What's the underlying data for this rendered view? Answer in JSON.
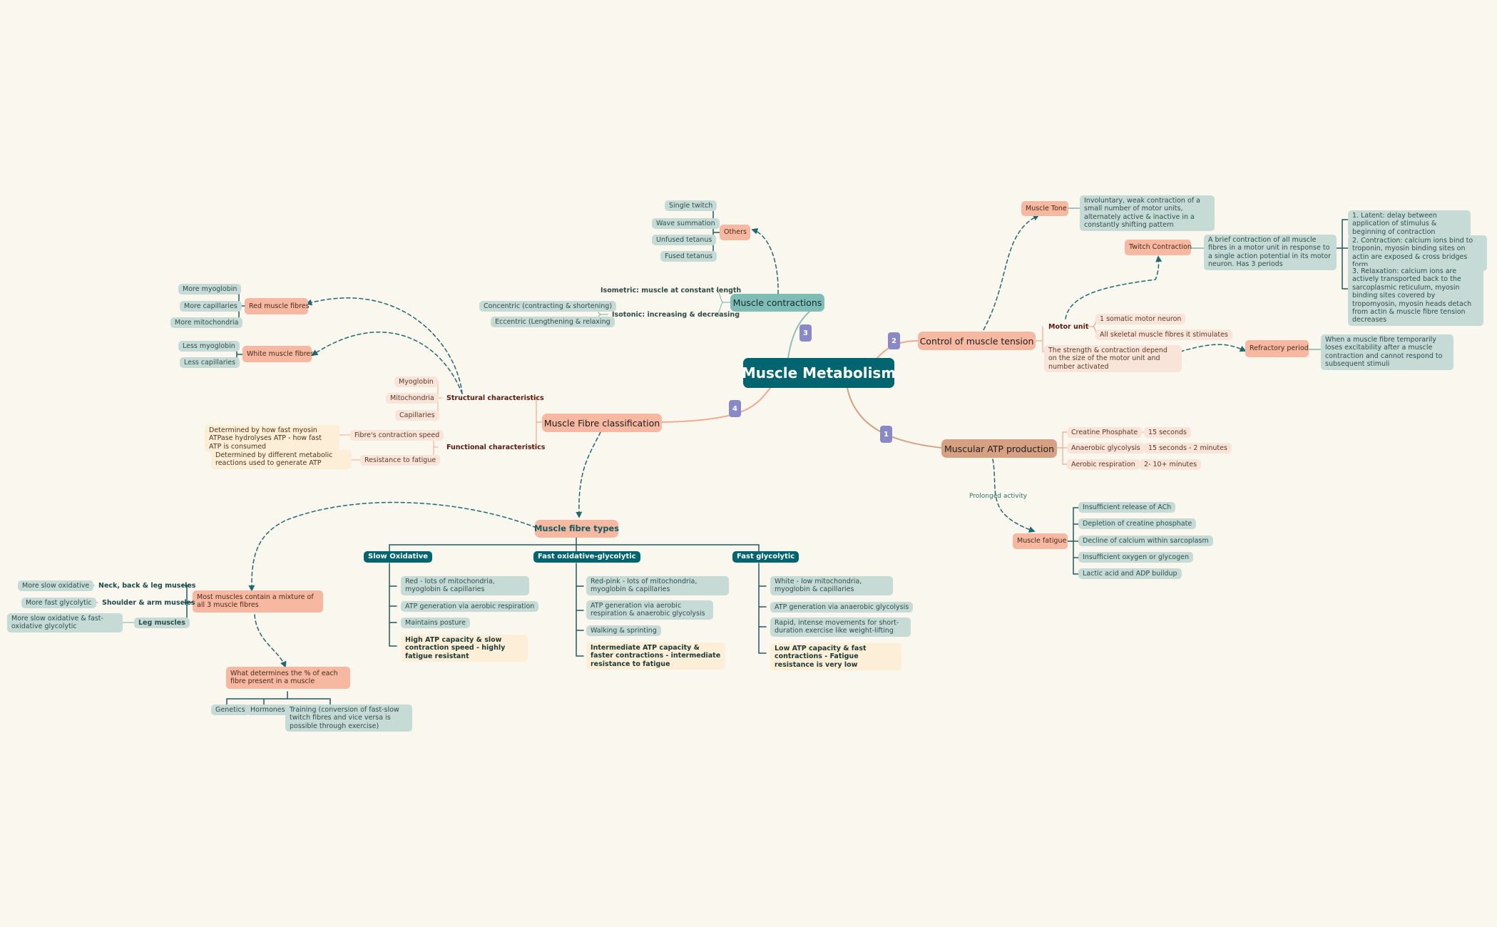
{
  "root": "Muscle Metabolism",
  "badges": [
    "1",
    "2",
    "3",
    "4"
  ],
  "contractions": {
    "title": "Muscle contractions",
    "others": "Others",
    "others_items": [
      "Single twitch",
      "Wave summation",
      "Unfused tetanus",
      "Fused tetanus"
    ],
    "isometric": "Isometric: muscle at constant length",
    "isotonic": "Isotonic: increasing & decreasing",
    "isotonic_items": [
      "Concentric (contracting & shortening)",
      "Eccentric (Lengthening & relaxing"
    ]
  },
  "tension": {
    "title": "Control of muscle tension",
    "tone": "Muscle Tone",
    "tone_desc": "Involuntary, weak contraction of a small number of motor units, alternately active & inactive in a constantly shifting pattern",
    "twitch": "Twitch Contraction",
    "twitch_desc": "A brief contraction of all muscle fibres in a motor unit in response to a single action potential in its motor neuron. Has 3 periods",
    "periods": [
      "1. Latent: delay between application of stimulus & beginning of contraction",
      "2. Contraction: calcium ions bind to troponin, myosin binding sites on actin are exposed & cross bridges form",
      "3. Relaxation: calcium ions are actively transported back to the sarcoplasmic reticulum, myosin binding sites covered by tropomyosin, myosin heads detach from actin & muscle fibre tension decreases"
    ],
    "motor_unit": "Motor unit",
    "motor_items": [
      "1 somatic motor neuron",
      "All skeletal muscle fibres it stimulates"
    ],
    "strength": "The strength & contraction depend on the size of the motor unit and number activated",
    "refractory": "Refractory period",
    "refractory_desc": "When a muscle fibre temporarily loses excitability after a muscle contraction and cannot respond to subsequent stimuli"
  },
  "atp": {
    "title": "Muscular ATP production",
    "sources": [
      {
        "name": "Creatine Phosphate",
        "time": "15 seconds"
      },
      {
        "name": "Anaerobic glycolysis",
        "time": "15 seconds - 2 minutes"
      },
      {
        "name": "Aerobic respiration",
        "time": "2- 10+ minutes"
      }
    ],
    "prolonged": "Prolonged activity",
    "fatigue": "Muscle fatigue",
    "fatigue_items": [
      "Insufficient release of ACh",
      "Depletion of creatine phosphate",
      "Decline of calcium within sarcoplasm",
      "Insufficient oxygen or glycogen",
      "Lactic acid and ADP buildup"
    ]
  },
  "classification": {
    "title": "Muscle Fibre classification",
    "structural": "Structural characteristics",
    "structural_items": [
      "Myoglobin",
      "Mitochondria",
      "Capillaries"
    ],
    "functional": "Functional characteristics",
    "contraction_speed": "Fibre's contraction speed",
    "contraction_speed_desc": "Determined by how fast myosin ATPase hydrolyses ATP - how fast ATP is consumed",
    "resistance": "Resistance to fatigue",
    "resistance_desc": "Determined by different metabolic reactions used to generate ATP",
    "red": "Red muscle fibres",
    "red_items": [
      "More myoglobin",
      "More capillaries",
      "More mitochondria"
    ],
    "white": "White muscle fibres",
    "white_items": [
      "Less myoglobin",
      "Less capillaries"
    ]
  },
  "fibre_types": {
    "title": "Muscle fibre types",
    "types": [
      {
        "name": "Slow Oxidative",
        "items": [
          "Red - lots of mitochondria, myoglobin & capillaries",
          "ATP generation via aerobic respiration",
          "Maintains posture"
        ],
        "summary": "High ATP capacity & slow contraction speed - highly fatigue resistant"
      },
      {
        "name": "Fast oxidative-glycolytic",
        "items": [
          "Red-pink - lots of mitochondria, myoglobin & capillaries",
          "ATP generation via aerobic respiration & anaerobic glycolysis",
          "Walking & sprinting"
        ],
        "summary": "Intermediate ATP capacity & faster contractions - intermediate resistance to fatigue"
      },
      {
        "name": "Fast glycolytic",
        "items": [
          "White - low mitochondria, myoglobin & capillaries",
          "ATP generation via anaerobic glycolysis",
          "Rapid, intense movements for short-duration exercise like weight-lifting"
        ],
        "summary": "Low ATP capacity & fast contractions - Fatigue resistance is very low"
      }
    ],
    "mixture": "Most muscles contain a mixture of all 3 muscle fibres",
    "muscles": [
      {
        "name": "Neck, back & leg muscles",
        "desc": "More slow oxidative"
      },
      {
        "name": "Shoulder & arm muscles",
        "desc": "More fast glycolytic"
      },
      {
        "name": "Leg muscles",
        "desc": "More slow oxidative & fast-oxidative glycolytic"
      }
    ],
    "determines": "What determines the % of each fibre present in a muscle",
    "determinants": [
      "Genetics",
      "Hormones",
      "Training (conversion of fast-slow twitch fibres and vice versa is possible through exercise)"
    ]
  },
  "colors": {
    "teal": "#00656f",
    "salmon": "#f6b8a0",
    "mint": "#c6dbd6",
    "badge": "#8a89c8",
    "background": "#f9f7ee"
  }
}
